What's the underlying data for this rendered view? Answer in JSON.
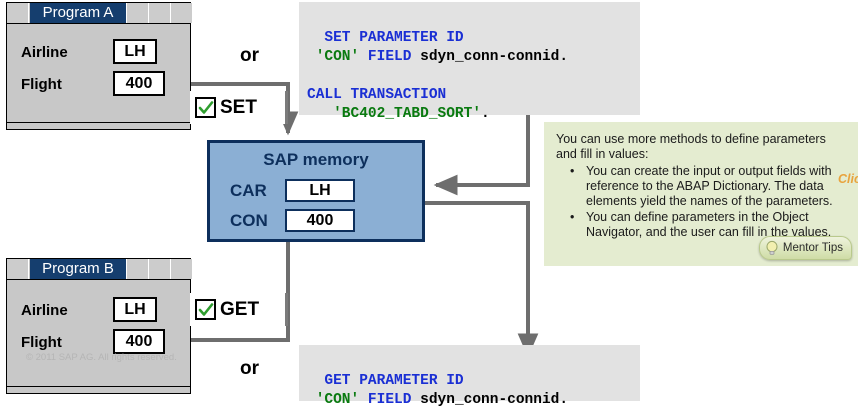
{
  "program_a": {
    "title": "Program A",
    "fields": [
      {
        "label": "Airline",
        "value": "LH"
      },
      {
        "label": "Flight",
        "value": "400"
      }
    ]
  },
  "program_b": {
    "title": "Program B",
    "fields": [
      {
        "label": "Airline",
        "value": "LH"
      },
      {
        "label": "Flight",
        "value": "400"
      }
    ]
  },
  "copyright": "© 2011 SAP AG. All rights reserved.",
  "set_code": {
    "line1_kw": "SET PARAMETER ID",
    "line2_str": "'CON'",
    "line2_kw": " FIELD ",
    "line2_id": "sdyn_conn-connid.",
    "line4_kw": "CALL TRANSACTION",
    "line5_str": "'BC402_TABD_SORT'",
    "line5_id": "."
  },
  "get_code": {
    "line1_kw": "GET PARAMETER ID",
    "line2_str": "'CON'",
    "line2_kw": " FIELD ",
    "line2_id": "sdyn_conn-connid."
  },
  "memory": {
    "title": "SAP memory",
    "rows": [
      {
        "key": "CAR",
        "value": "LH"
      },
      {
        "key": "CON",
        "value": "400"
      }
    ]
  },
  "set_label": "SET",
  "get_label": "GET",
  "or_top": "or",
  "or_bottom": "or",
  "tips": {
    "lead": "You can use more methods to define parameters and fill in values:",
    "bullet_char": "•",
    "items": [
      "You can create the input or output fields with reference to the ABAP Dictionary. The data elements yield the names of the parameters.",
      "You can define parameters in the Object Navigator, and the user can fill in the values."
    ],
    "mentor_label": "Mentor Tips",
    "click_text": "Clic"
  },
  "colors": {
    "titlebar": "#153e6e",
    "window_bg": "#c8c8c8",
    "memory_fill": "#8bafd4",
    "memory_border": "#0d2f5c",
    "code_bg": "#e2e2e2",
    "keyword": "#1a2fd4",
    "string": "#0a7a10",
    "tips_bg": "#e4ecd0",
    "arrow": "#6e6e6e",
    "check": "#2f9e2f",
    "click_orange": "#e8a33d"
  }
}
